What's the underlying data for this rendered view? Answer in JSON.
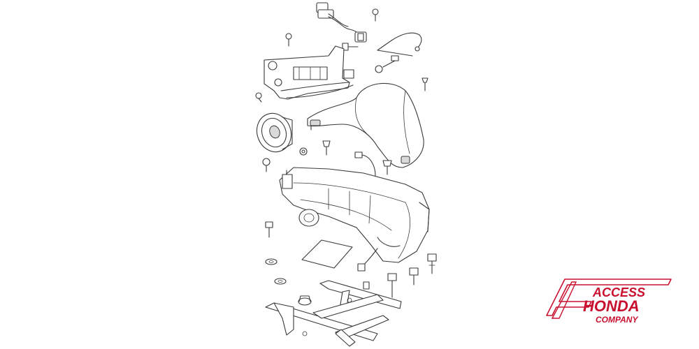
{
  "logo": {
    "line1": "ACCESS",
    "line2": "HONDA",
    "line3": "COMPANY",
    "color": "#c8102e"
  },
  "diagram": {
    "stroke_color": "#3a3a3a",
    "background": "#ffffff"
  }
}
